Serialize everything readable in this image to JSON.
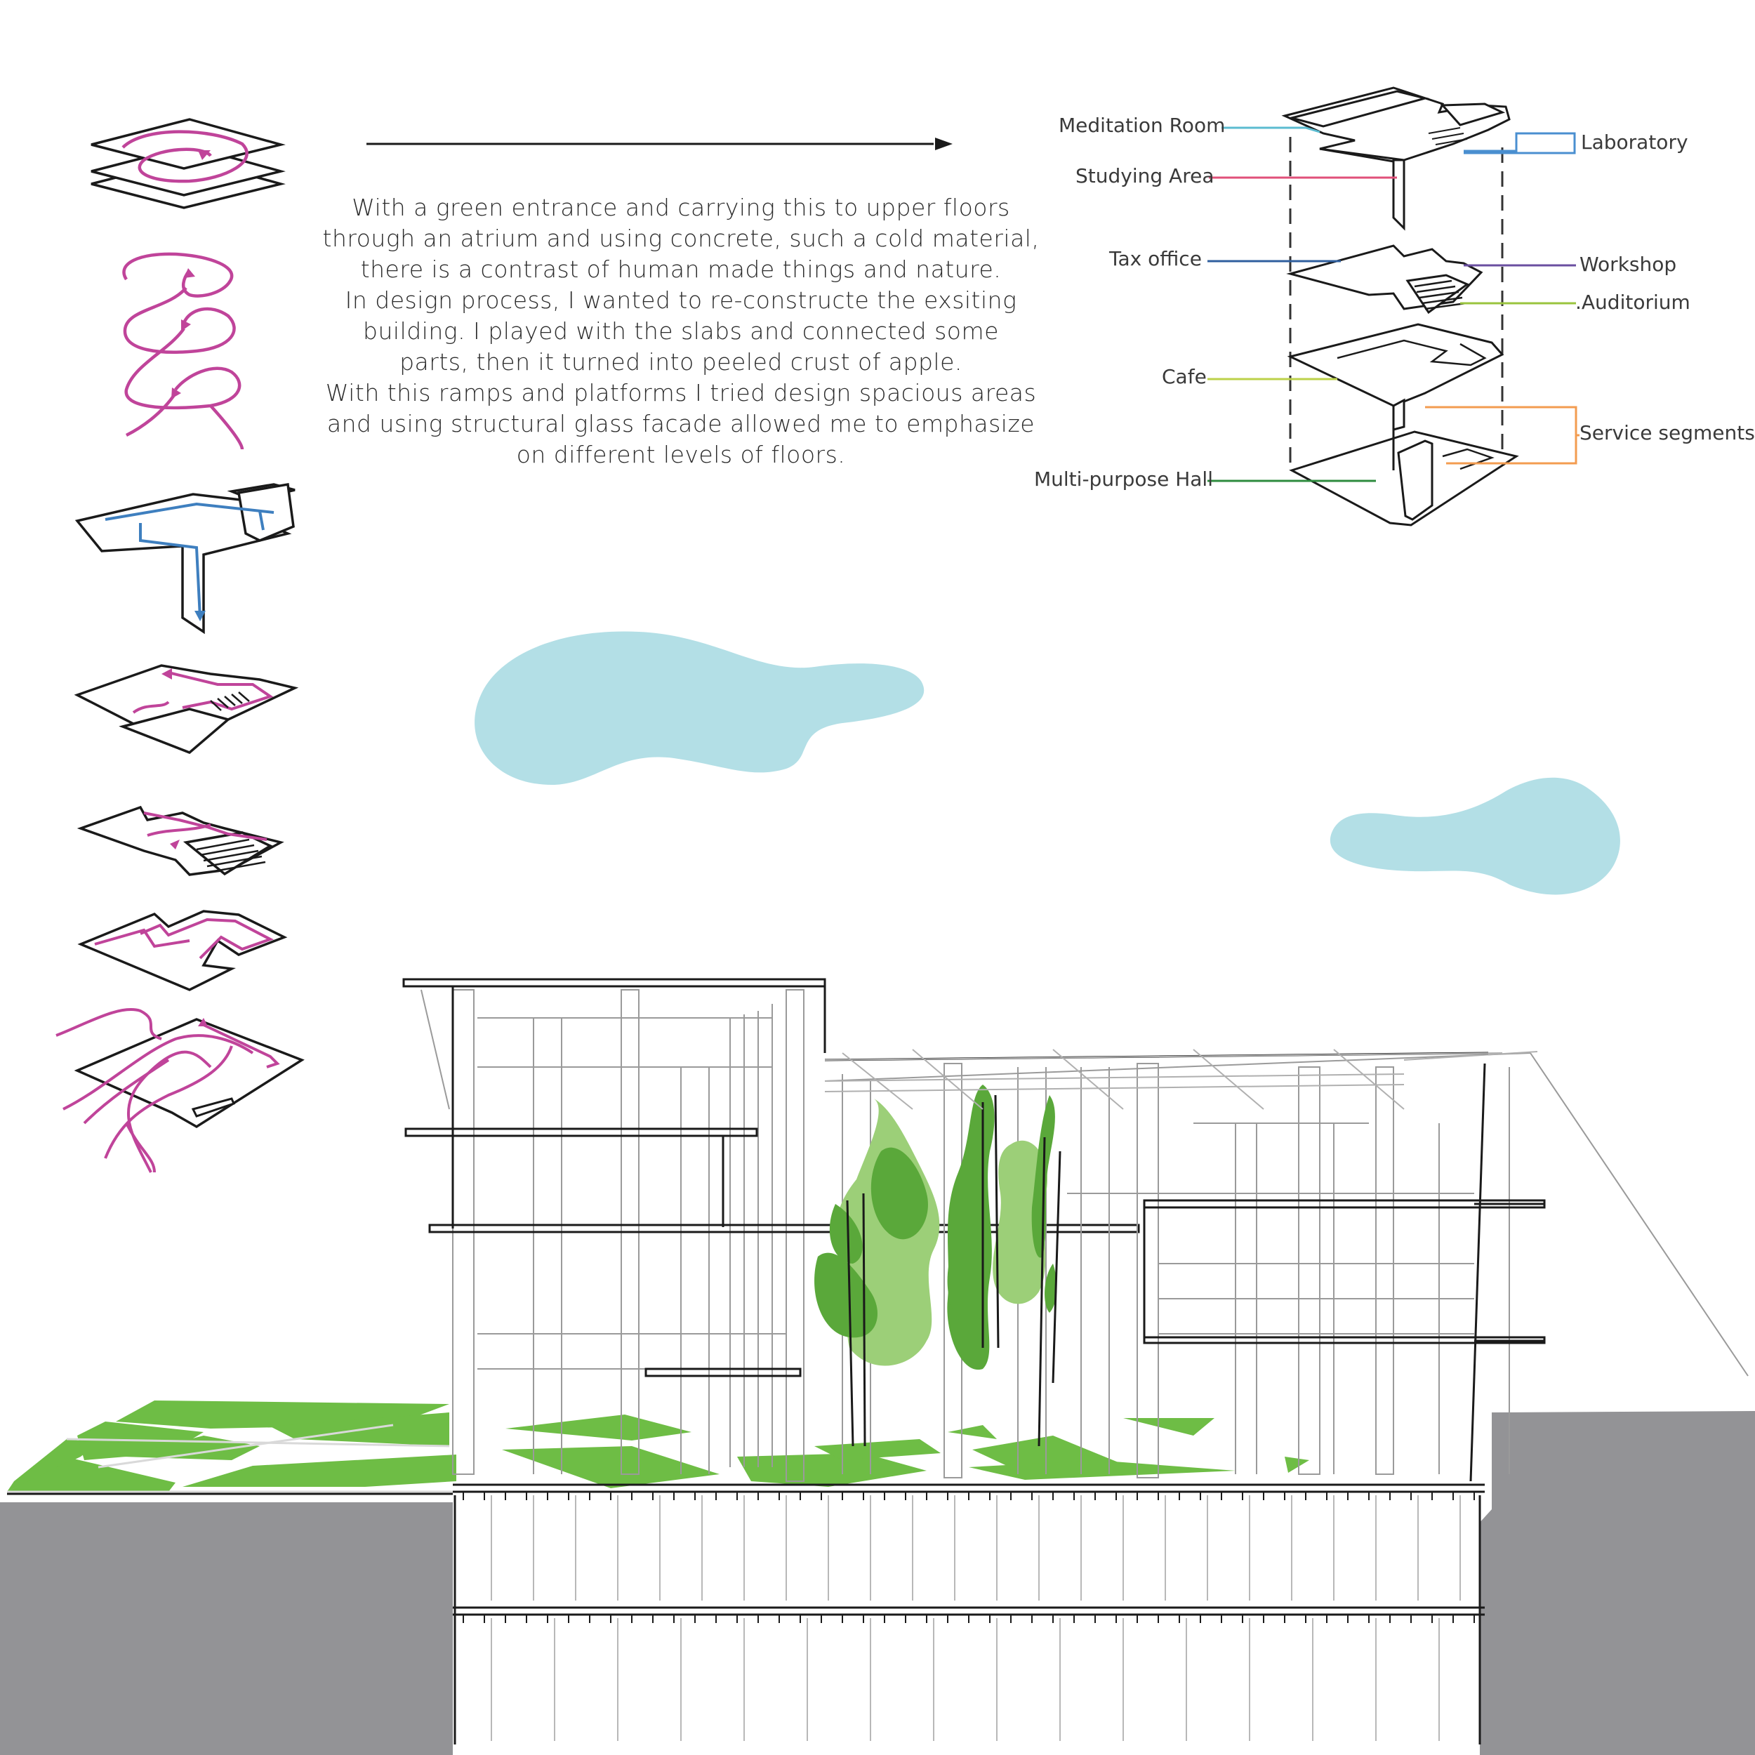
{
  "description": {
    "lines": [
      "With a green entrance and carrying this to upper floors",
      "through an atrium and using concrete, such a cold material,",
      "there is a contrast of human made things and nature.",
      "In design process, I wanted to re-constructe the exsiting",
      "building. I played with the slabs and connected some",
      "parts, then it turned into peeled crust of apple.",
      "With this ramps and platforms I tried design spacious areas",
      "and using structural glass facade allowed me to emphasize",
      "on different levels of floors."
    ]
  },
  "program_labels": {
    "meditation_room": "Meditation Room",
    "studying_area": "Studying Area",
    "tax_office": "Tax office",
    "cafe": "Cafe",
    "multi_purpose_hall": "Multi-purpose Hall",
    "laboratory": "Laboratory",
    "workshop": "Workshop",
    "auditorium": ".Auditorium",
    "service_segments": "Service segments"
  },
  "colors": {
    "circulation": "#c0449a",
    "vertical_circulation": "#3e7fbf",
    "meditation_room": "#5bbbd0",
    "studying_area": "#e0507a",
    "tax_office": "#2f5f9e",
    "cafe": "#bcd14a",
    "multi_purpose_hall": "#2e8b3e",
    "laboratory": "#4a8fd0",
    "workshop": "#6a4fa0",
    "auditorium": "#9ac43e",
    "service_segments": "#f39c50",
    "cloud": "#b3dfe6",
    "grass": "#6ebd45",
    "tree_dark": "#5aa83a",
    "tree_light": "#9ccf78",
    "ground": "#939396"
  }
}
